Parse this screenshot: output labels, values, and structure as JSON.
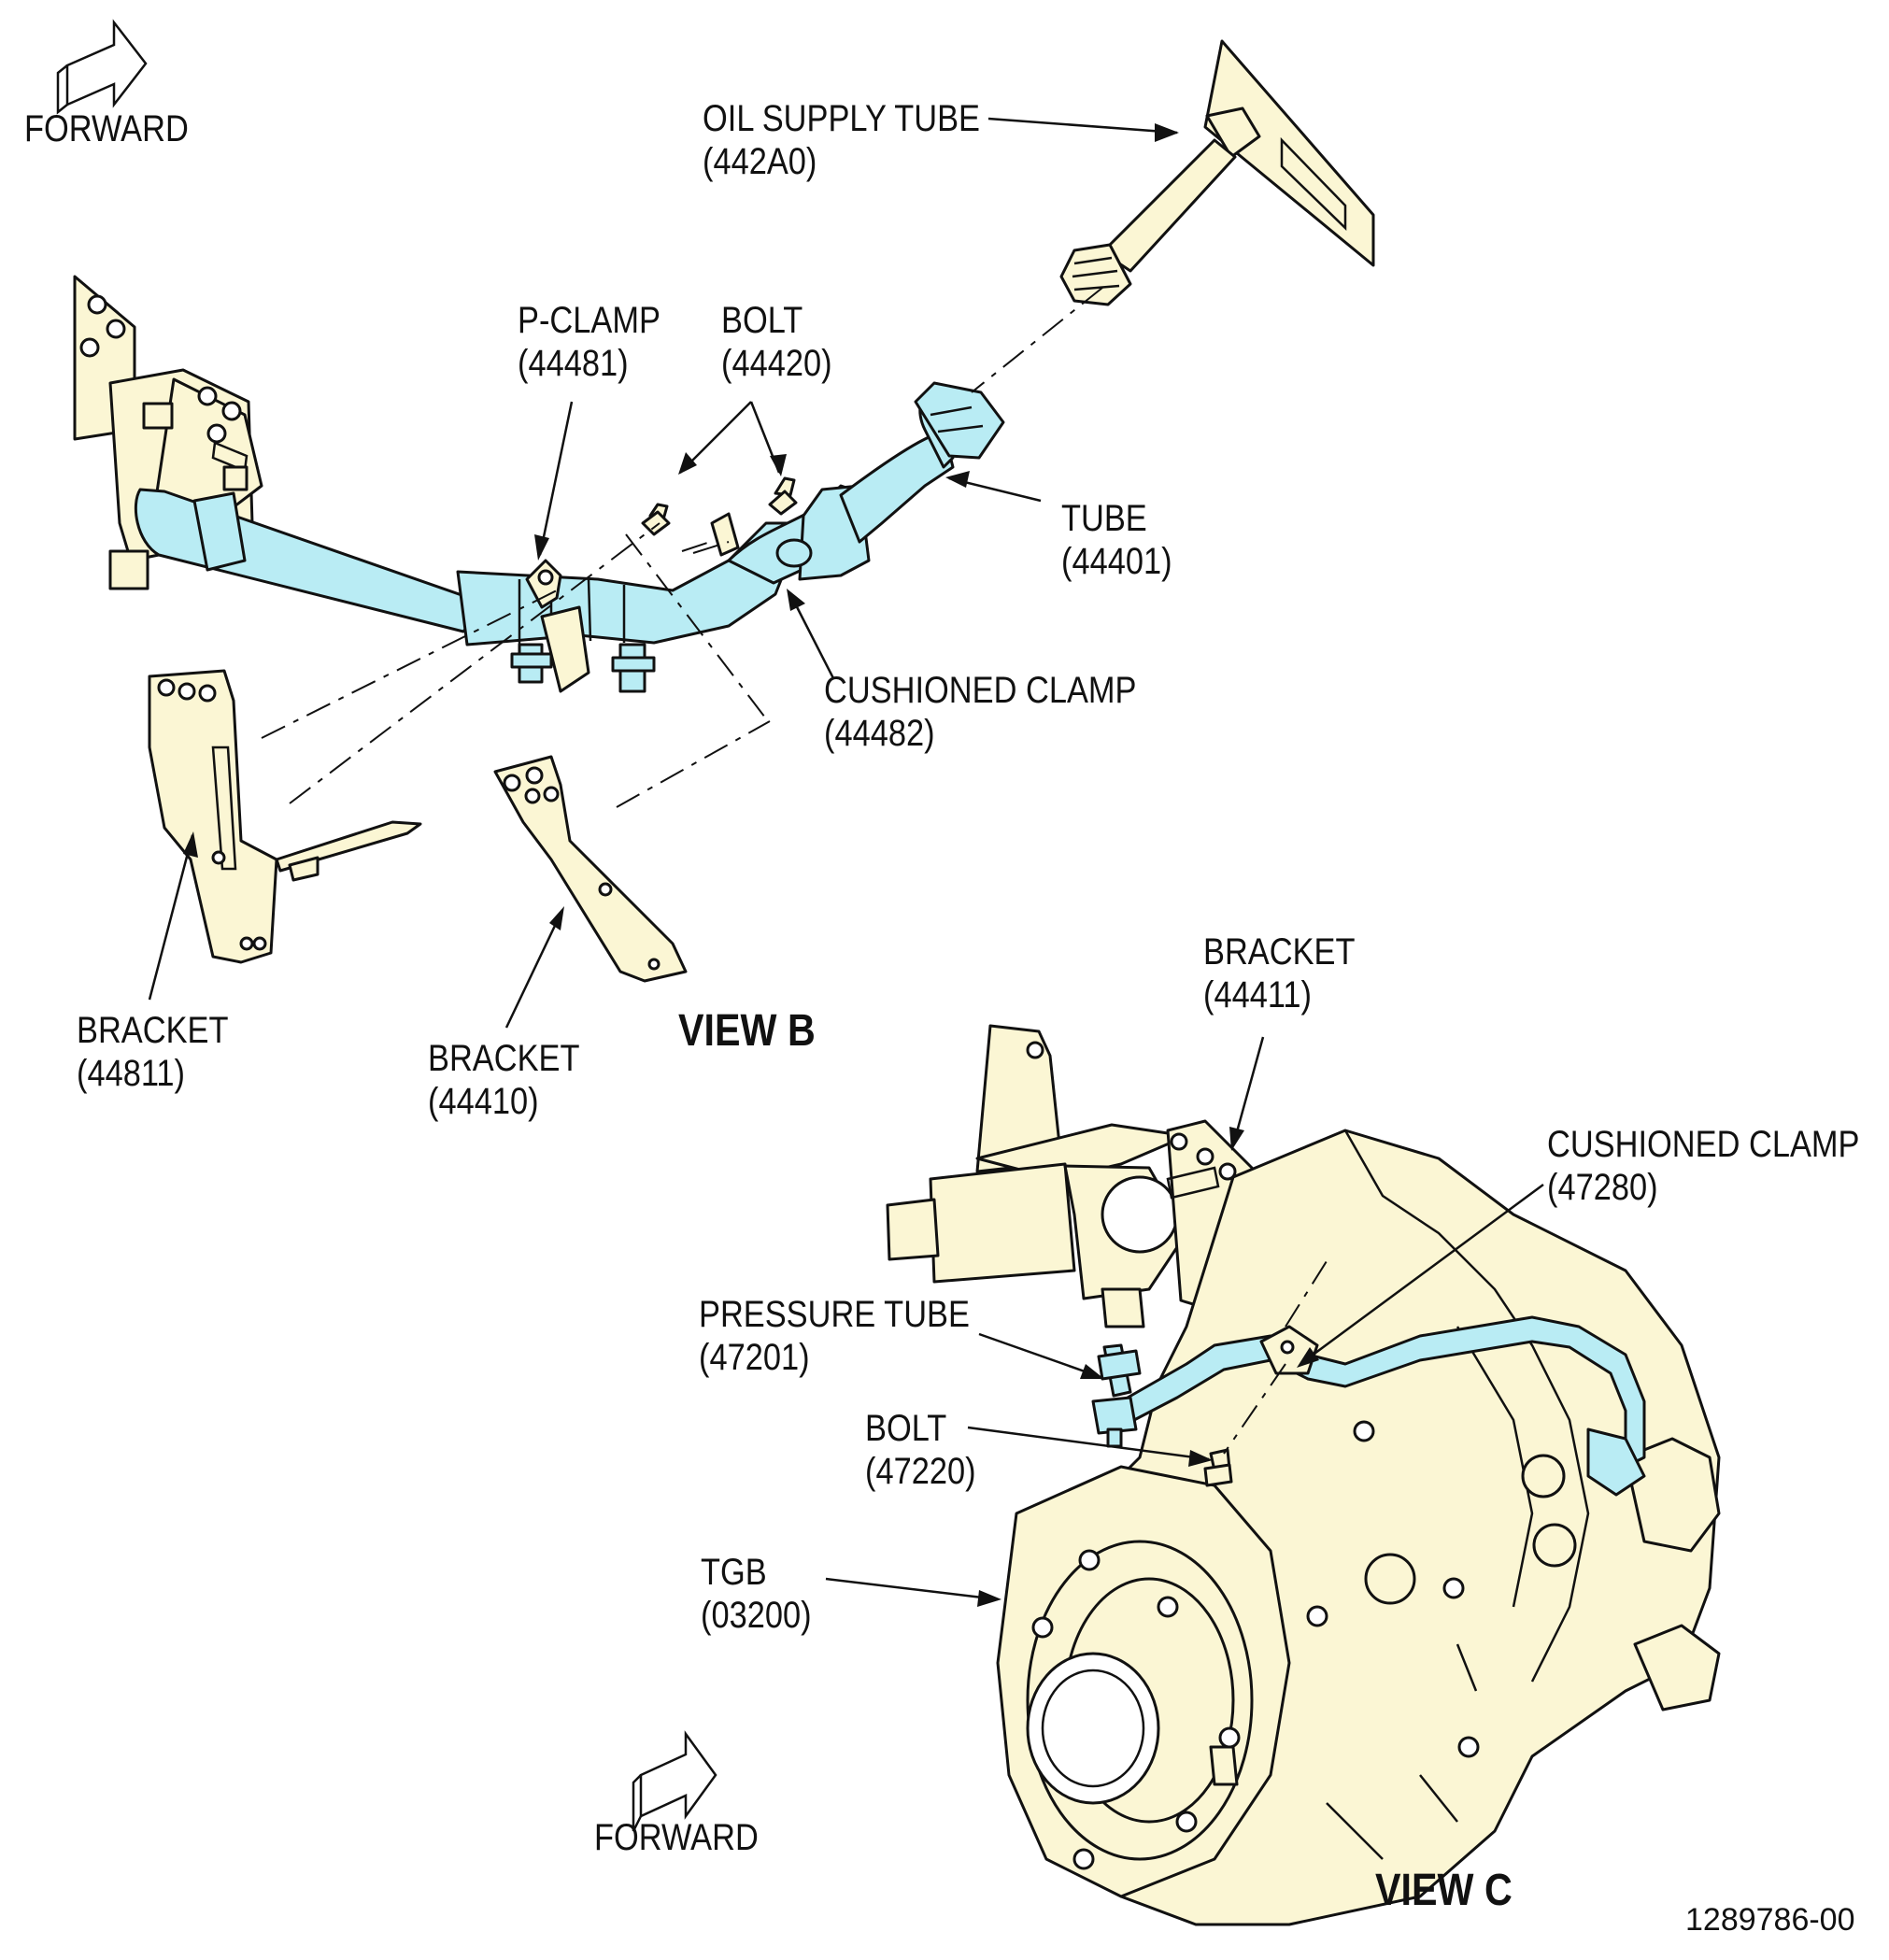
{
  "colors": {
    "part_fill": "#fbf6d4",
    "tube_fill": "#b9ecf4",
    "line": "#111111"
  },
  "view_b": {
    "title": "VIEW B",
    "forward_label": "FORWARD",
    "callouts": {
      "oil_supply_tube": {
        "name": "OIL SUPPLY TUBE",
        "number": "(442A0)"
      },
      "p_clamp": {
        "name": "P-CLAMP",
        "number": "(44481)"
      },
      "bolt": {
        "name": "BOLT",
        "number": "(44420)"
      },
      "tube": {
        "name": "TUBE",
        "number": "(44401)"
      },
      "cushioned_clamp": {
        "name": "CUSHIONED CLAMP",
        "number": "(44482)"
      },
      "bracket_left": {
        "name": "BRACKET",
        "number": "(44811)"
      },
      "bracket_center": {
        "name": "BRACKET",
        "number": "(44410)"
      }
    }
  },
  "view_c": {
    "title": "VIEW C",
    "forward_label": "FORWARD",
    "callouts": {
      "bracket": {
        "name": "BRACKET",
        "number": "(44411)"
      },
      "cushioned_clamp": {
        "name": "CUSHIONED CLAMP",
        "number": "(47280)"
      },
      "pressure_tube": {
        "name": "PRESSURE TUBE",
        "number": "(47201)"
      },
      "bolt": {
        "name": "BOLT",
        "number": "(47220)"
      },
      "tgb": {
        "name": "TGB",
        "number": "(03200)"
      }
    }
  },
  "drawing_number": "1289786-00"
}
